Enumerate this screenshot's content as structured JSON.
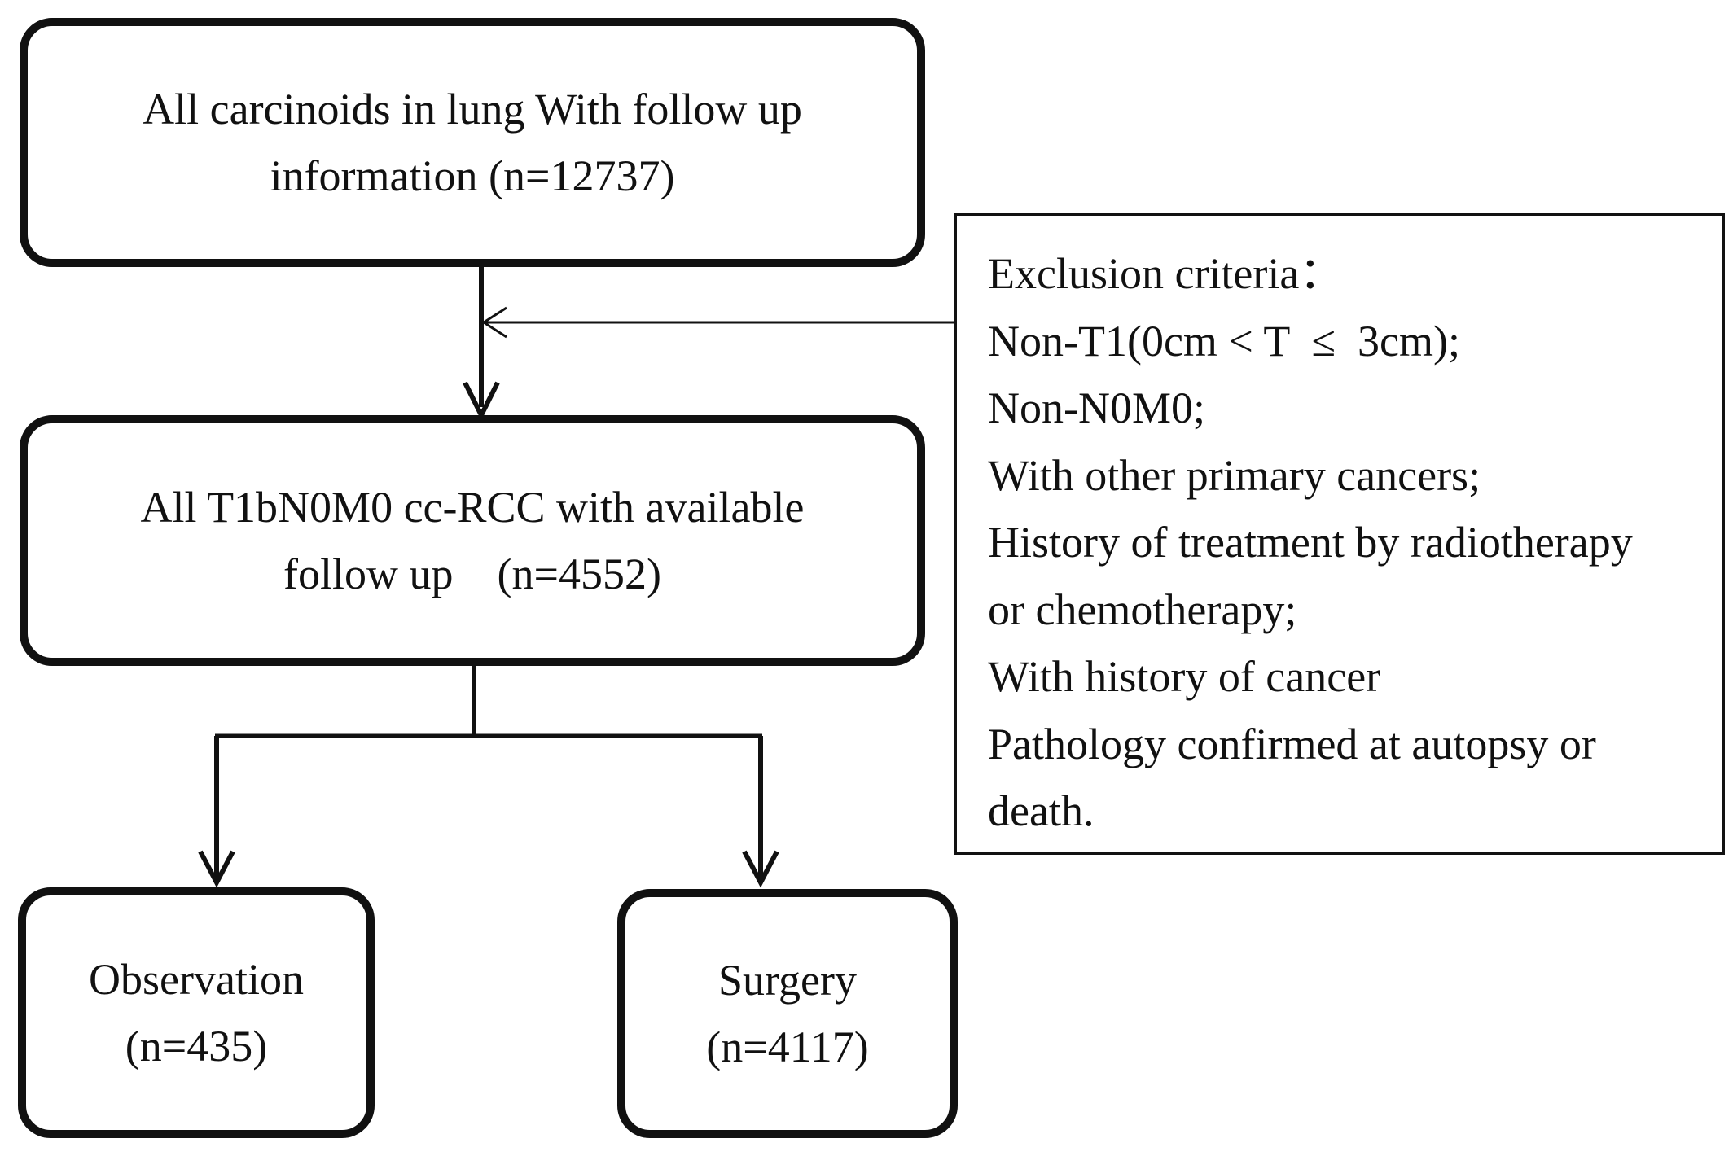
{
  "flowchart": {
    "top_box": {
      "lines": [
        "All carcinoids in lung With follow up",
        "information (n=12737)"
      ]
    },
    "middle_box": {
      "lines": [
        "All T1bN0M0 cc-RCC with available",
        "follow up    (n=4552)"
      ]
    },
    "observation_box": {
      "lines": [
        "Observation",
        "(n=435)"
      ]
    },
    "surgery_box": {
      "lines": [
        "Surgery",
        "(n=4117)"
      ]
    },
    "exclusion_box": {
      "lines": [
        "Exclusion criteria：",
        "Non-T1(0cm < T  ≤  3cm);",
        "Non-N0M0;",
        "With other primary cancers;",
        "History of treatment by radiotherapy",
        "or chemotherapy;",
        "With history of cancer",
        "Pathology confirmed at autopsy or",
        "death."
      ]
    }
  },
  "colors": {
    "stroke": "#111111",
    "background": "#ffffff"
  }
}
